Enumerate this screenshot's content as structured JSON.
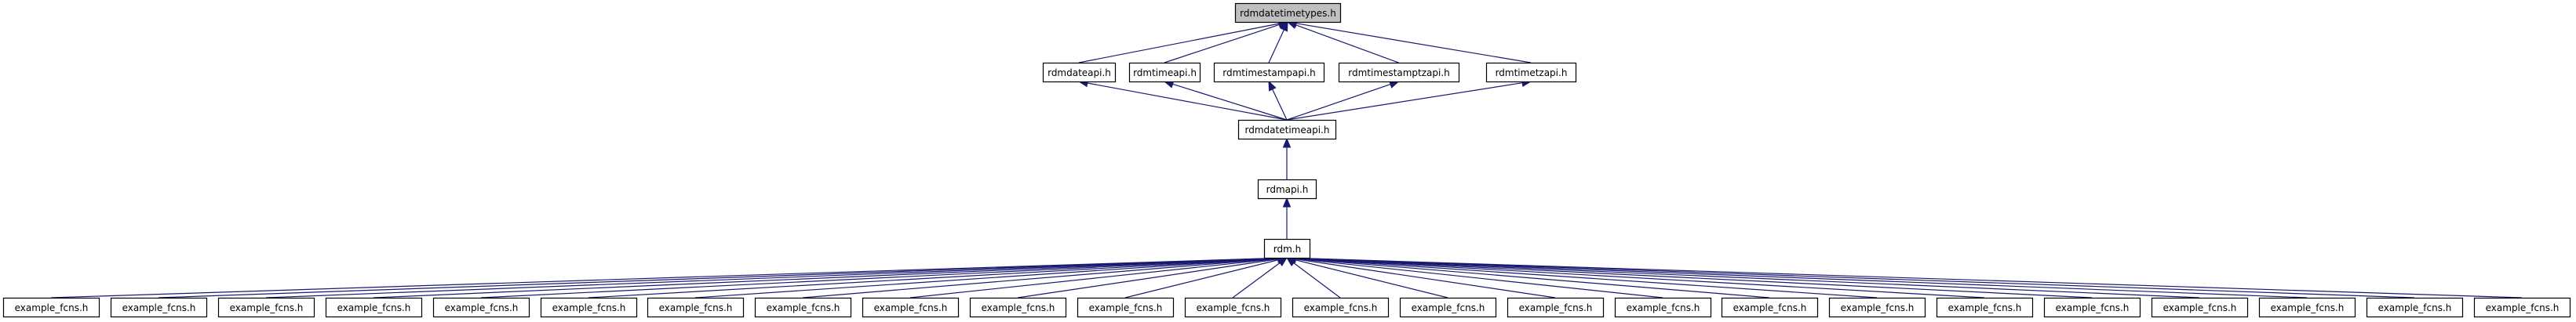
{
  "nodes": [
    {
      "id": "root",
      "label": "rdmdatetimetypes.h",
      "highlighted": true
    },
    {
      "id": "dateapi",
      "label": "rdmdateapi.h"
    },
    {
      "id": "timeapi",
      "label": "rdmtimeapi.h"
    },
    {
      "id": "timestampapi",
      "label": "rdmtimestampapi.h"
    },
    {
      "id": "timestamptzapi",
      "label": "rdmtimestamptzapi.h"
    },
    {
      "id": "timetzapi",
      "label": "rdmtimetzapi.h"
    },
    {
      "id": "datetimeapi",
      "label": "rdmdatetimeapi.h"
    },
    {
      "id": "rdmapi",
      "label": "rdmapi.h"
    },
    {
      "id": "rdm",
      "label": "rdm.h"
    },
    {
      "id": "ex1",
      "label": "example_fcns.h"
    },
    {
      "id": "ex2",
      "label": "example_fcns.h"
    },
    {
      "id": "ex3",
      "label": "example_fcns.h"
    },
    {
      "id": "ex4",
      "label": "example_fcns.h"
    },
    {
      "id": "ex5",
      "label": "example_fcns.h"
    },
    {
      "id": "ex6",
      "label": "example_fcns.h"
    },
    {
      "id": "ex7",
      "label": "example_fcns.h"
    },
    {
      "id": "ex8",
      "label": "example_fcns.h"
    },
    {
      "id": "ex9",
      "label": "example_fcns.h"
    },
    {
      "id": "ex10",
      "label": "example_fcns.h"
    },
    {
      "id": "ex11",
      "label": "example_fcns.h"
    },
    {
      "id": "ex12",
      "label": "example_fcns.h"
    },
    {
      "id": "ex13",
      "label": "example_fcns.h"
    },
    {
      "id": "ex14",
      "label": "example_fcns.h"
    },
    {
      "id": "ex15",
      "label": "example_fcns.h"
    },
    {
      "id": "ex16",
      "label": "example_fcns.h"
    },
    {
      "id": "ex17",
      "label": "example_fcns.h"
    },
    {
      "id": "ex18",
      "label": "example_fcns.h"
    },
    {
      "id": "ex19",
      "label": "example_fcns.h"
    },
    {
      "id": "ex20",
      "label": "example_fcns.h"
    },
    {
      "id": "ex21",
      "label": "example_fcns.h"
    },
    {
      "id": "ex22",
      "label": "example_fcns.h"
    },
    {
      "id": "ex23",
      "label": "example_fcns.h"
    },
    {
      "id": "ex24",
      "label": "example_fcns.h"
    }
  ],
  "edges": [
    {
      "from": "dateapi",
      "to": "root"
    },
    {
      "from": "timeapi",
      "to": "root"
    },
    {
      "from": "timestampapi",
      "to": "root"
    },
    {
      "from": "timestamptzapi",
      "to": "root"
    },
    {
      "from": "timetzapi",
      "to": "root"
    },
    {
      "from": "datetimeapi",
      "to": "dateapi"
    },
    {
      "from": "datetimeapi",
      "to": "timeapi"
    },
    {
      "from": "datetimeapi",
      "to": "timestampapi"
    },
    {
      "from": "datetimeapi",
      "to": "timestamptzapi"
    },
    {
      "from": "datetimeapi",
      "to": "timetzapi"
    },
    {
      "from": "rdmapi",
      "to": "datetimeapi"
    },
    {
      "from": "rdm",
      "to": "rdmapi"
    },
    {
      "from": "ex1",
      "to": "rdm"
    },
    {
      "from": "ex2",
      "to": "rdm"
    },
    {
      "from": "ex3",
      "to": "rdm"
    },
    {
      "from": "ex4",
      "to": "rdm"
    },
    {
      "from": "ex5",
      "to": "rdm"
    },
    {
      "from": "ex6",
      "to": "rdm"
    },
    {
      "from": "ex7",
      "to": "rdm"
    },
    {
      "from": "ex8",
      "to": "rdm"
    },
    {
      "from": "ex9",
      "to": "rdm"
    },
    {
      "from": "ex10",
      "to": "rdm"
    },
    {
      "from": "ex11",
      "to": "rdm"
    },
    {
      "from": "ex12",
      "to": "rdm"
    },
    {
      "from": "ex13",
      "to": "rdm"
    },
    {
      "from": "ex14",
      "to": "rdm"
    },
    {
      "from": "ex15",
      "to": "rdm"
    },
    {
      "from": "ex16",
      "to": "rdm"
    },
    {
      "from": "ex17",
      "to": "rdm"
    },
    {
      "from": "ex18",
      "to": "rdm"
    },
    {
      "from": "ex19",
      "to": "rdm"
    },
    {
      "from": "ex20",
      "to": "rdm"
    },
    {
      "from": "ex21",
      "to": "rdm"
    },
    {
      "from": "ex22",
      "to": "rdm"
    },
    {
      "from": "ex23",
      "to": "rdm"
    },
    {
      "from": "ex24",
      "to": "rdm"
    }
  ],
  "colors": {
    "edge": "#191970",
    "highlighted_fill": "#bfbfbf",
    "node_fill": "#ffffff",
    "node_stroke": "#000000"
  }
}
